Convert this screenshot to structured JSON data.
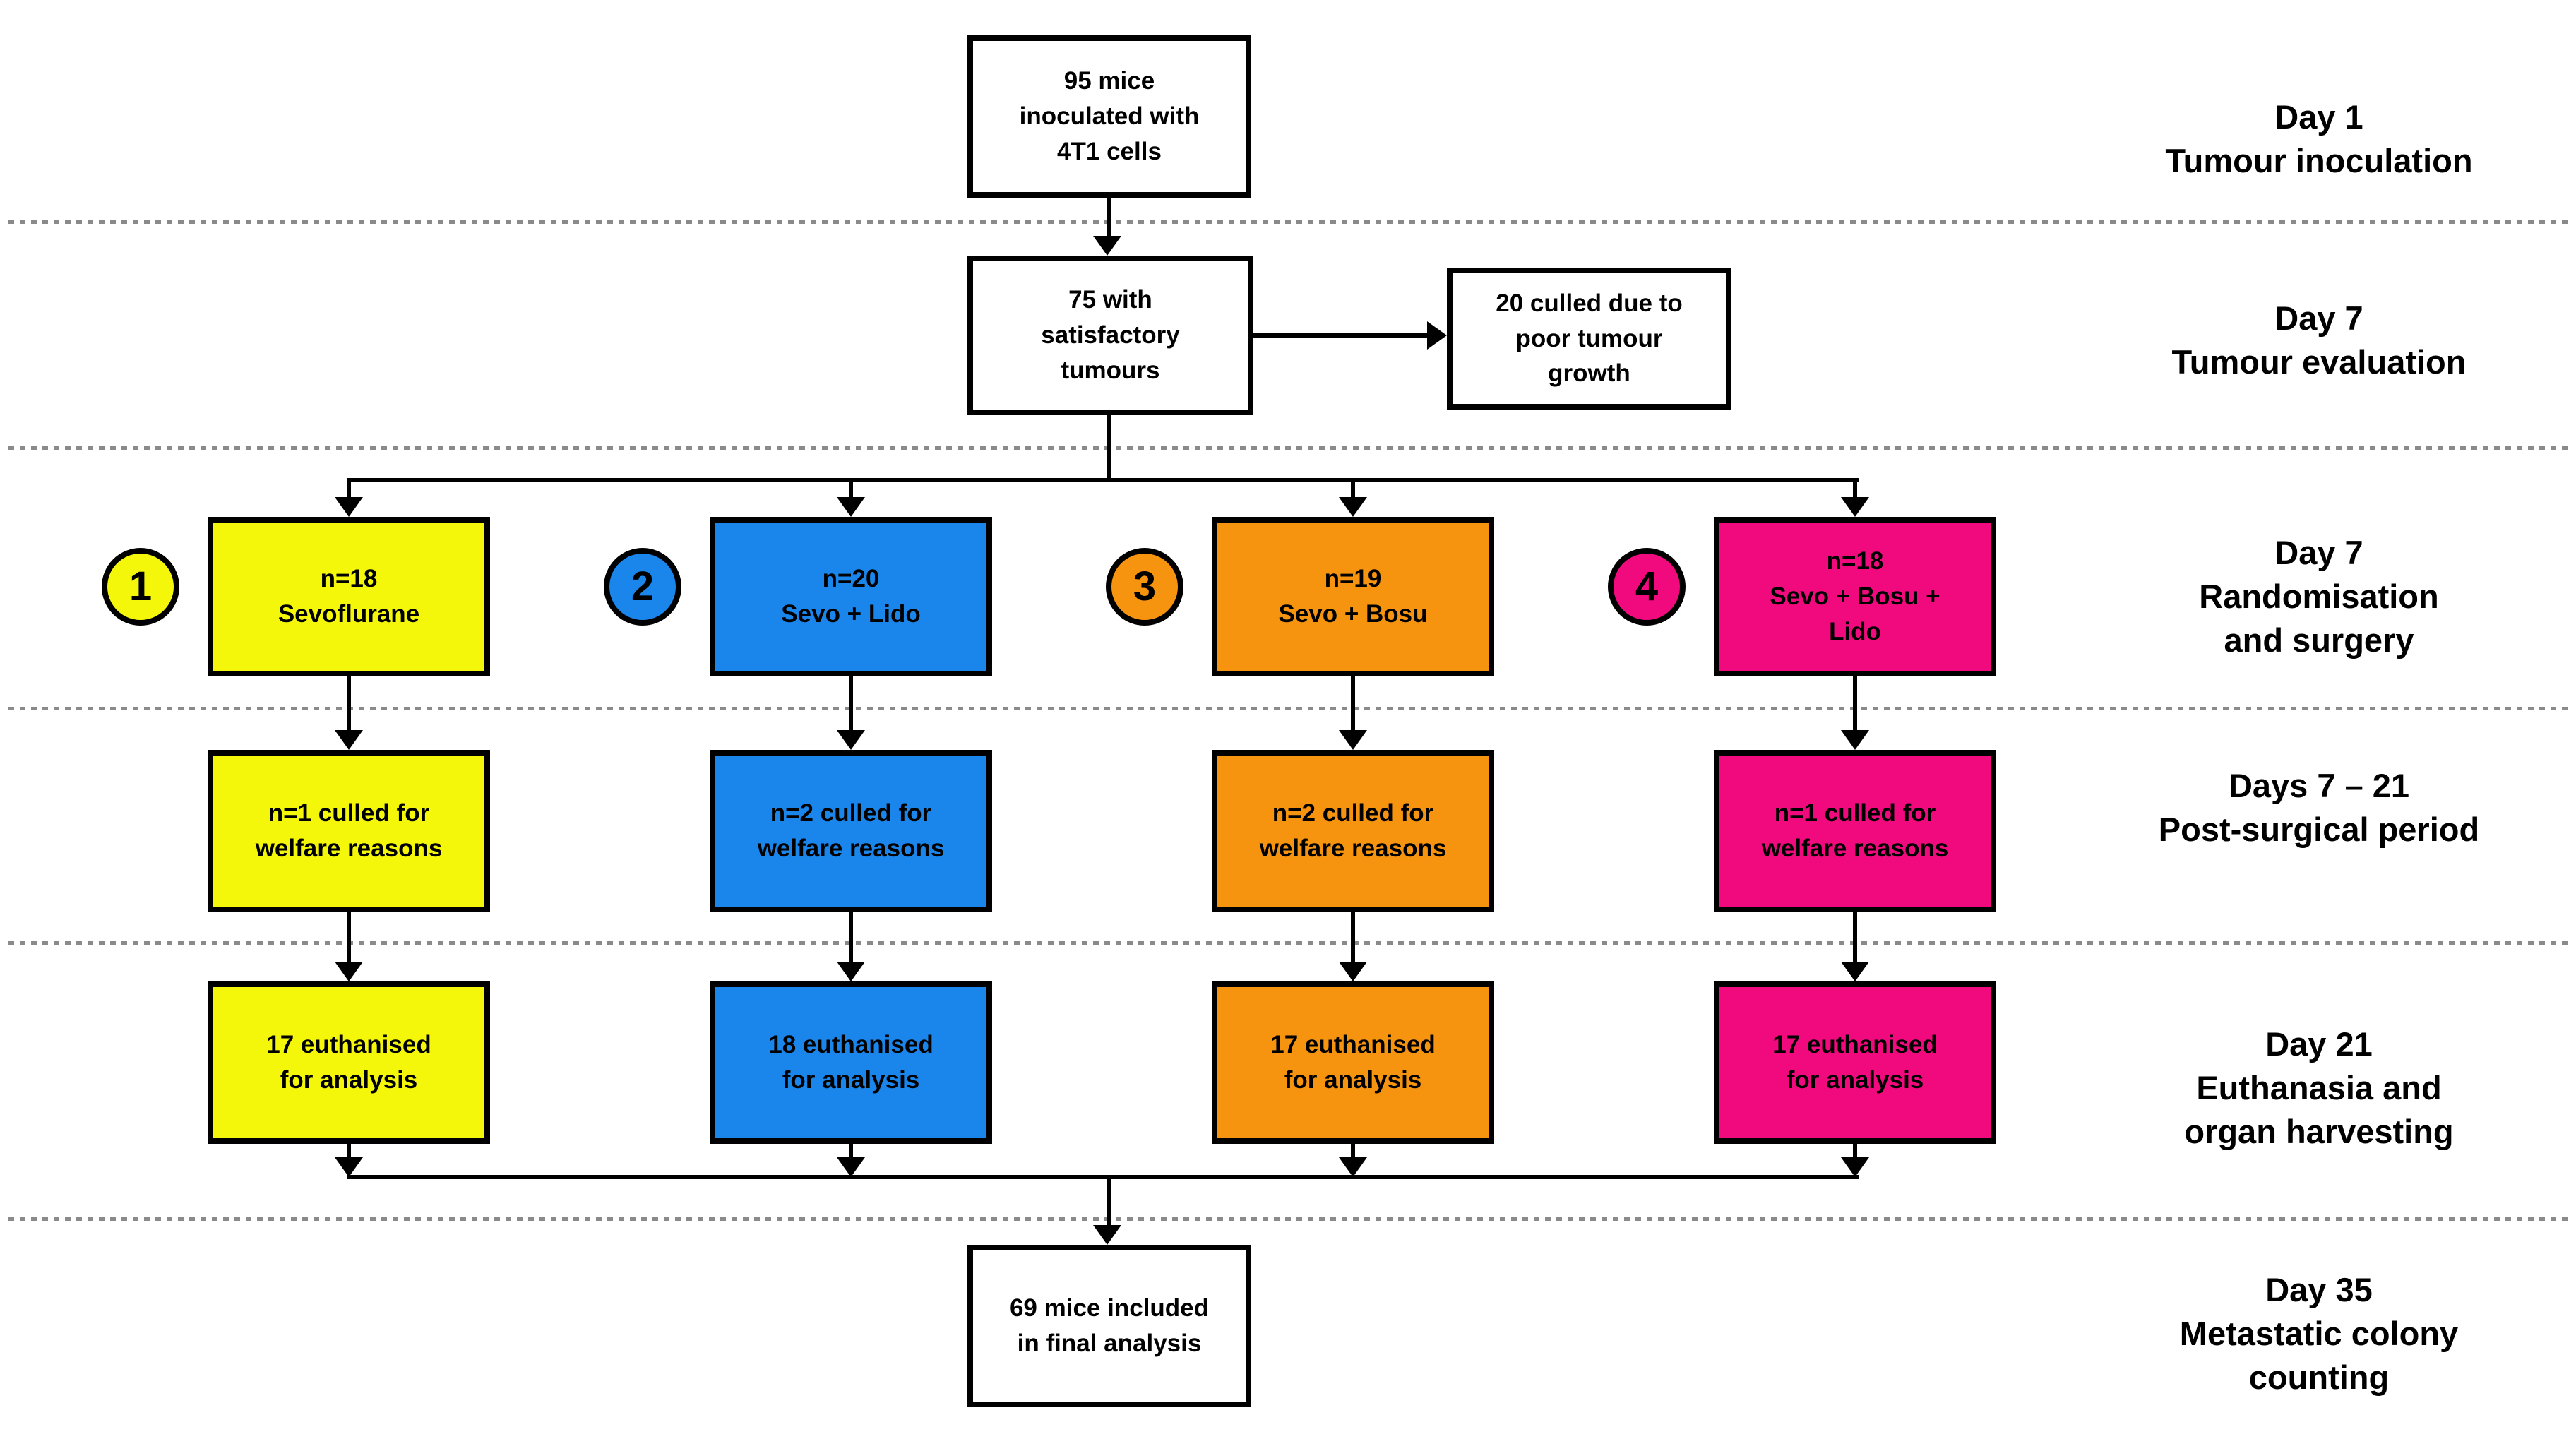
{
  "diagram": {
    "boxes": {
      "inoculated": "95 mice\ninoculated with\n4T1 cells",
      "evaluated": "75 with\nsatisfactory\ntumours",
      "culled": "20 culled due to\npoor tumour\ngrowth",
      "final": "69 mice included\nin final analysis"
    },
    "groups": [
      {
        "number": "1",
        "color": "#F5F70A",
        "name": "Sevoflurane",
        "randomised": "n=18\nSevoflurane",
        "welfare": "n=1 culled for\nwelfare reasons",
        "euthanised": "17 euthanised\nfor analysis"
      },
      {
        "number": "2",
        "color": "#1A86EC",
        "name": "Sevo + Lido",
        "randomised": "n=20\nSevo + Lido",
        "welfare": "n=2 culled for\nwelfare reasons",
        "euthanised": "18 euthanised\nfor analysis"
      },
      {
        "number": "3",
        "color": "#F7940F",
        "name": "Sevo + Bosu",
        "randomised": "n=19\nSevo + Bosu",
        "welfare": "n=2 culled for\nwelfare reasons",
        "euthanised": "17 euthanised\nfor analysis"
      },
      {
        "number": "4",
        "color": "#F00A7E",
        "name": "Sevo + Bosu + Lido",
        "randomised": "n=18\nSevo + Bosu +\nLido",
        "welfare": "n=1 culled for\nwelfare reasons",
        "euthanised": "17 euthanised\nfor analysis"
      }
    ],
    "timeline": [
      "Day 1\nTumour inoculation",
      "Day 7\nTumour evaluation",
      "Day 7\nRandomisation\nand surgery",
      "Days 7 – 21\nPost-surgical period",
      "Day 21\nEuthanasia and\norgan harvesting",
      "Day 35\nMetastatic colony\ncounting"
    ],
    "line_color": "#000000",
    "separator_color": "#8a8a8a"
  }
}
